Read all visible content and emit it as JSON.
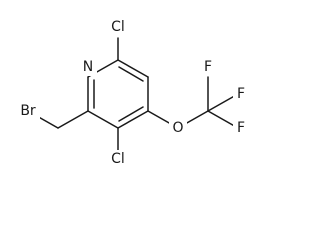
{
  "molecule": {
    "atoms": [
      {
        "id": "n1",
        "symbol": "N"
      },
      {
        "id": "c2",
        "symbol": "C"
      },
      {
        "id": "c3",
        "symbol": "C"
      },
      {
        "id": "c4",
        "symbol": "C"
      },
      {
        "id": "c5",
        "symbol": "C"
      },
      {
        "id": "c6",
        "symbol": "C"
      },
      {
        "id": "ch2",
        "symbol": "C"
      },
      {
        "id": "br",
        "symbol": "Br"
      },
      {
        "id": "cl6",
        "symbol": "Cl"
      },
      {
        "id": "cl3",
        "symbol": "Cl"
      },
      {
        "id": "o",
        "symbol": "O"
      },
      {
        "id": "cf3",
        "symbol": "C"
      },
      {
        "id": "f1",
        "symbol": "F"
      },
      {
        "id": "f2",
        "symbol": "F"
      },
      {
        "id": "f3",
        "symbol": "F"
      }
    ],
    "bonds": [
      {
        "a": "n1",
        "b": "c2",
        "order": 2
      },
      {
        "a": "c2",
        "b": "c3",
        "order": 1
      },
      {
        "a": "c3",
        "b": "c4",
        "order": 2
      },
      {
        "a": "c4",
        "b": "c5",
        "order": 1
      },
      {
        "a": "c5",
        "b": "c6",
        "order": 2
      },
      {
        "a": "c6",
        "b": "n1",
        "order": 1
      },
      {
        "a": "c6",
        "b": "cl6",
        "order": 1
      },
      {
        "a": "c2",
        "b": "ch2",
        "order": 1
      },
      {
        "a": "ch2",
        "b": "br",
        "order": 1
      },
      {
        "a": "c3",
        "b": "cl3",
        "order": 1
      },
      {
        "a": "c4",
        "b": "o",
        "order": 1
      },
      {
        "a": "o",
        "b": "cf3",
        "order": 1
      },
      {
        "a": "cf3",
        "b": "f1",
        "order": 1
      },
      {
        "a": "cf3",
        "b": "f2",
        "order": 1
      },
      {
        "a": "cf3",
        "b": "f3",
        "order": 1
      }
    ]
  },
  "labels": {
    "n1": "N",
    "br": "Br",
    "cl6": "Cl",
    "cl3": "Cl",
    "o": "O",
    "f1": "F",
    "f2": "F",
    "f3": "F"
  }
}
